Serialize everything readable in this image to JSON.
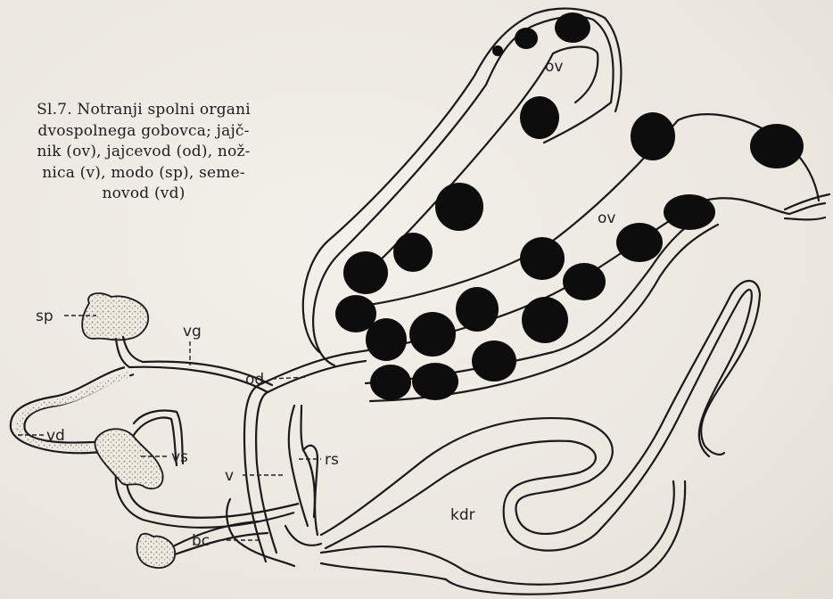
{
  "caption": {
    "lines": [
      "Sl.7. Notranji spolni organi",
      "dvospolnega gobovca; jajč-",
      "nik (ov), jajcevod (od), nož-",
      "nica (v), modo (sp), seme-",
      "novod (vd)"
    ]
  },
  "labels": {
    "ov_top": "ov",
    "ov_mid": "ov",
    "sp": "sp",
    "vg": "vg",
    "od": "od",
    "vd": "vd",
    "vs": "vs",
    "rs": "rs",
    "v": "v",
    "kdr": "kdr",
    "bc": "bc"
  },
  "colors": {
    "ink": "#1a1a1a",
    "paper": "#eeeae2",
    "egg": "#0d0d0d",
    "stipple": "#cfc8bb"
  }
}
